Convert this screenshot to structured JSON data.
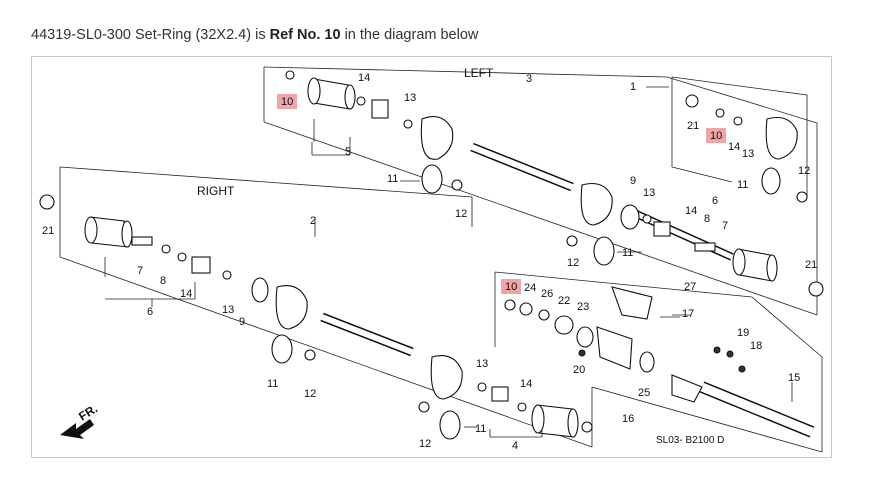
{
  "caption": {
    "part_number": "44319-SL0-300",
    "part_name": "Set-Ring (32X2.4)",
    "text_is": "is",
    "ref_label": "Ref No. 10",
    "text_tail": "in the diagram below"
  },
  "diagram": {
    "group_left": "LEFT",
    "group_right": "RIGHT",
    "direction": "FR.",
    "diagram_code": "SL03- B2100 D",
    "highlight_ref": "10",
    "highlight_color": "#f2a3a3",
    "callouts": [
      "1",
      "2",
      "3",
      "4",
      "5",
      "6",
      "7",
      "8",
      "9",
      "10",
      "11",
      "12",
      "13",
      "14",
      "15",
      "16",
      "17",
      "18",
      "19",
      "20",
      "21",
      "22",
      "23",
      "24",
      "25",
      "26",
      "27"
    ]
  }
}
